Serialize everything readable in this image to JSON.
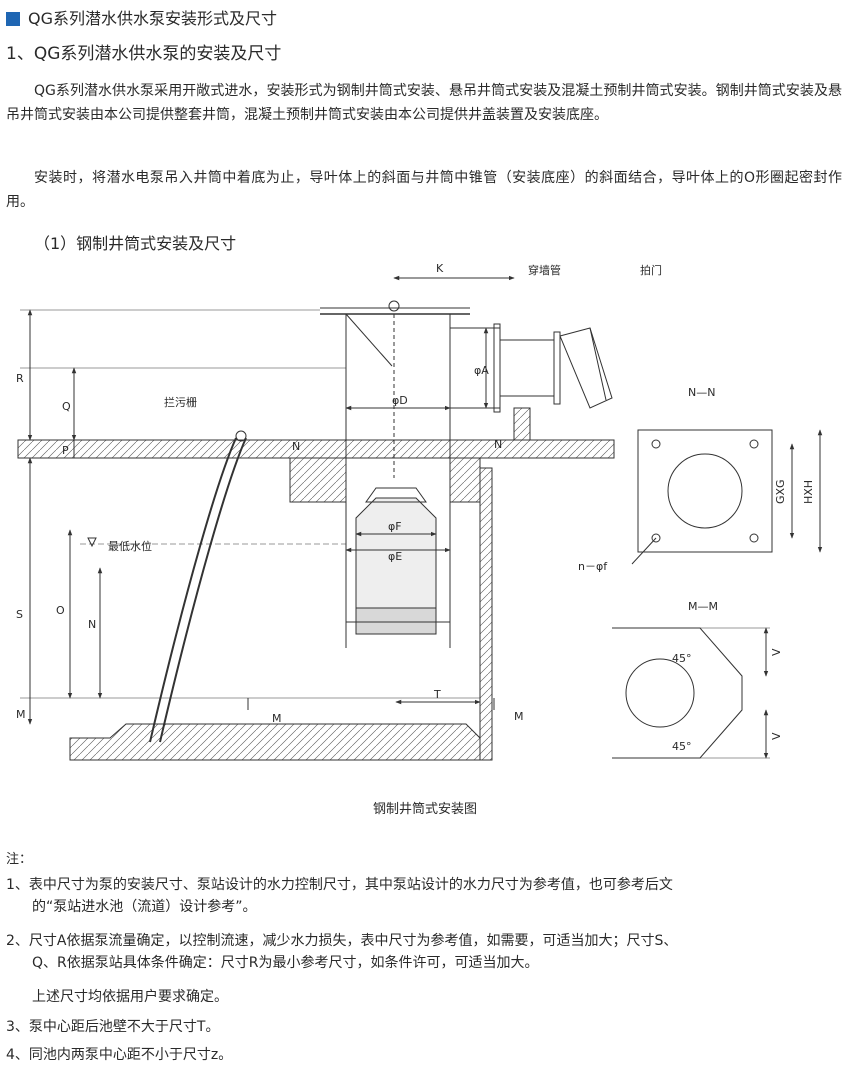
{
  "section_title": "QG系列潜水供水泵安装形式及尺寸",
  "heading": "1、QG系列潜水供水泵的安装及尺寸",
  "paragraphs": [
    "QG系列潜水供水泵采用开敞式进水，安装形式为钢制井筒式安装、悬吊井筒式安装及混凝土预制井筒式安装。钢制井筒式安装及悬吊井筒式安装由本公司提供整套井筒，混凝土预制井筒式安装由本公司提供井盖装置及安装底座。",
    "安装时，将潜水电泵吊入井筒中着底为止，导叶体上的斜面与井筒中锥管（安装底座）的斜面结合，导叶体上的O形圈起密封作用。"
  ],
  "sub_heading": "（1）钢制井筒式安装及尺寸",
  "figure": {
    "caption": "钢制井筒式安装图",
    "labels": {
      "K": "K",
      "pipe": "穿墙管",
      "flap": "拍门",
      "R": "R",
      "Q": "Q",
      "P": "P",
      "N_left": "N",
      "N_right": "N",
      "phiA": "φA",
      "phiD": "φD",
      "grate": "拦污栅",
      "phiF": "φF",
      "phiE": "φE",
      "min_level": "最低水位",
      "S": "S",
      "O": "O",
      "N_dim": "N",
      "M_dim": "M",
      "M_left": "M",
      "M_right": "M",
      "T": "T",
      "nn_title": "N—N",
      "gxg": "GXG",
      "hxh": "HXH",
      "holes": "n－φf",
      "mm_title": "M—M",
      "angle_top": "45°",
      "angle_bottom": "45°",
      "V_top": "V",
      "V_bottom": "V"
    }
  },
  "notes_title": "注：",
  "notes": [
    {
      "first": "1、表中尺寸为泵的安装尺寸、泵站设计的水力控制尺寸，其中泵站设计的水力尺寸为参考值，也可参考后文",
      "cont": "的“泵站进水池（流道）设计参考”。"
    },
    {
      "first": "2、尺寸A依据泵流量确定，以控制流速，减少水力损失，表中尺寸为参考值，如需要，可适当加大；尺寸S、",
      "cont": "Q、R依据泵站具体条件确定：尺寸R为最小参考尺寸，如条件许可，可适当加大。"
    },
    {
      "first": "",
      "cont": "上述尺寸均依据用户要求确定。"
    },
    {
      "first": "3、泵中心距后池壁不大于尺寸T。",
      "cont": ""
    },
    {
      "first": "4、同池内两泵中心距不小于尺寸z。",
      "cont": ""
    }
  ],
  "colors": {
    "accent": "#1f66b3",
    "line": "#333333"
  }
}
